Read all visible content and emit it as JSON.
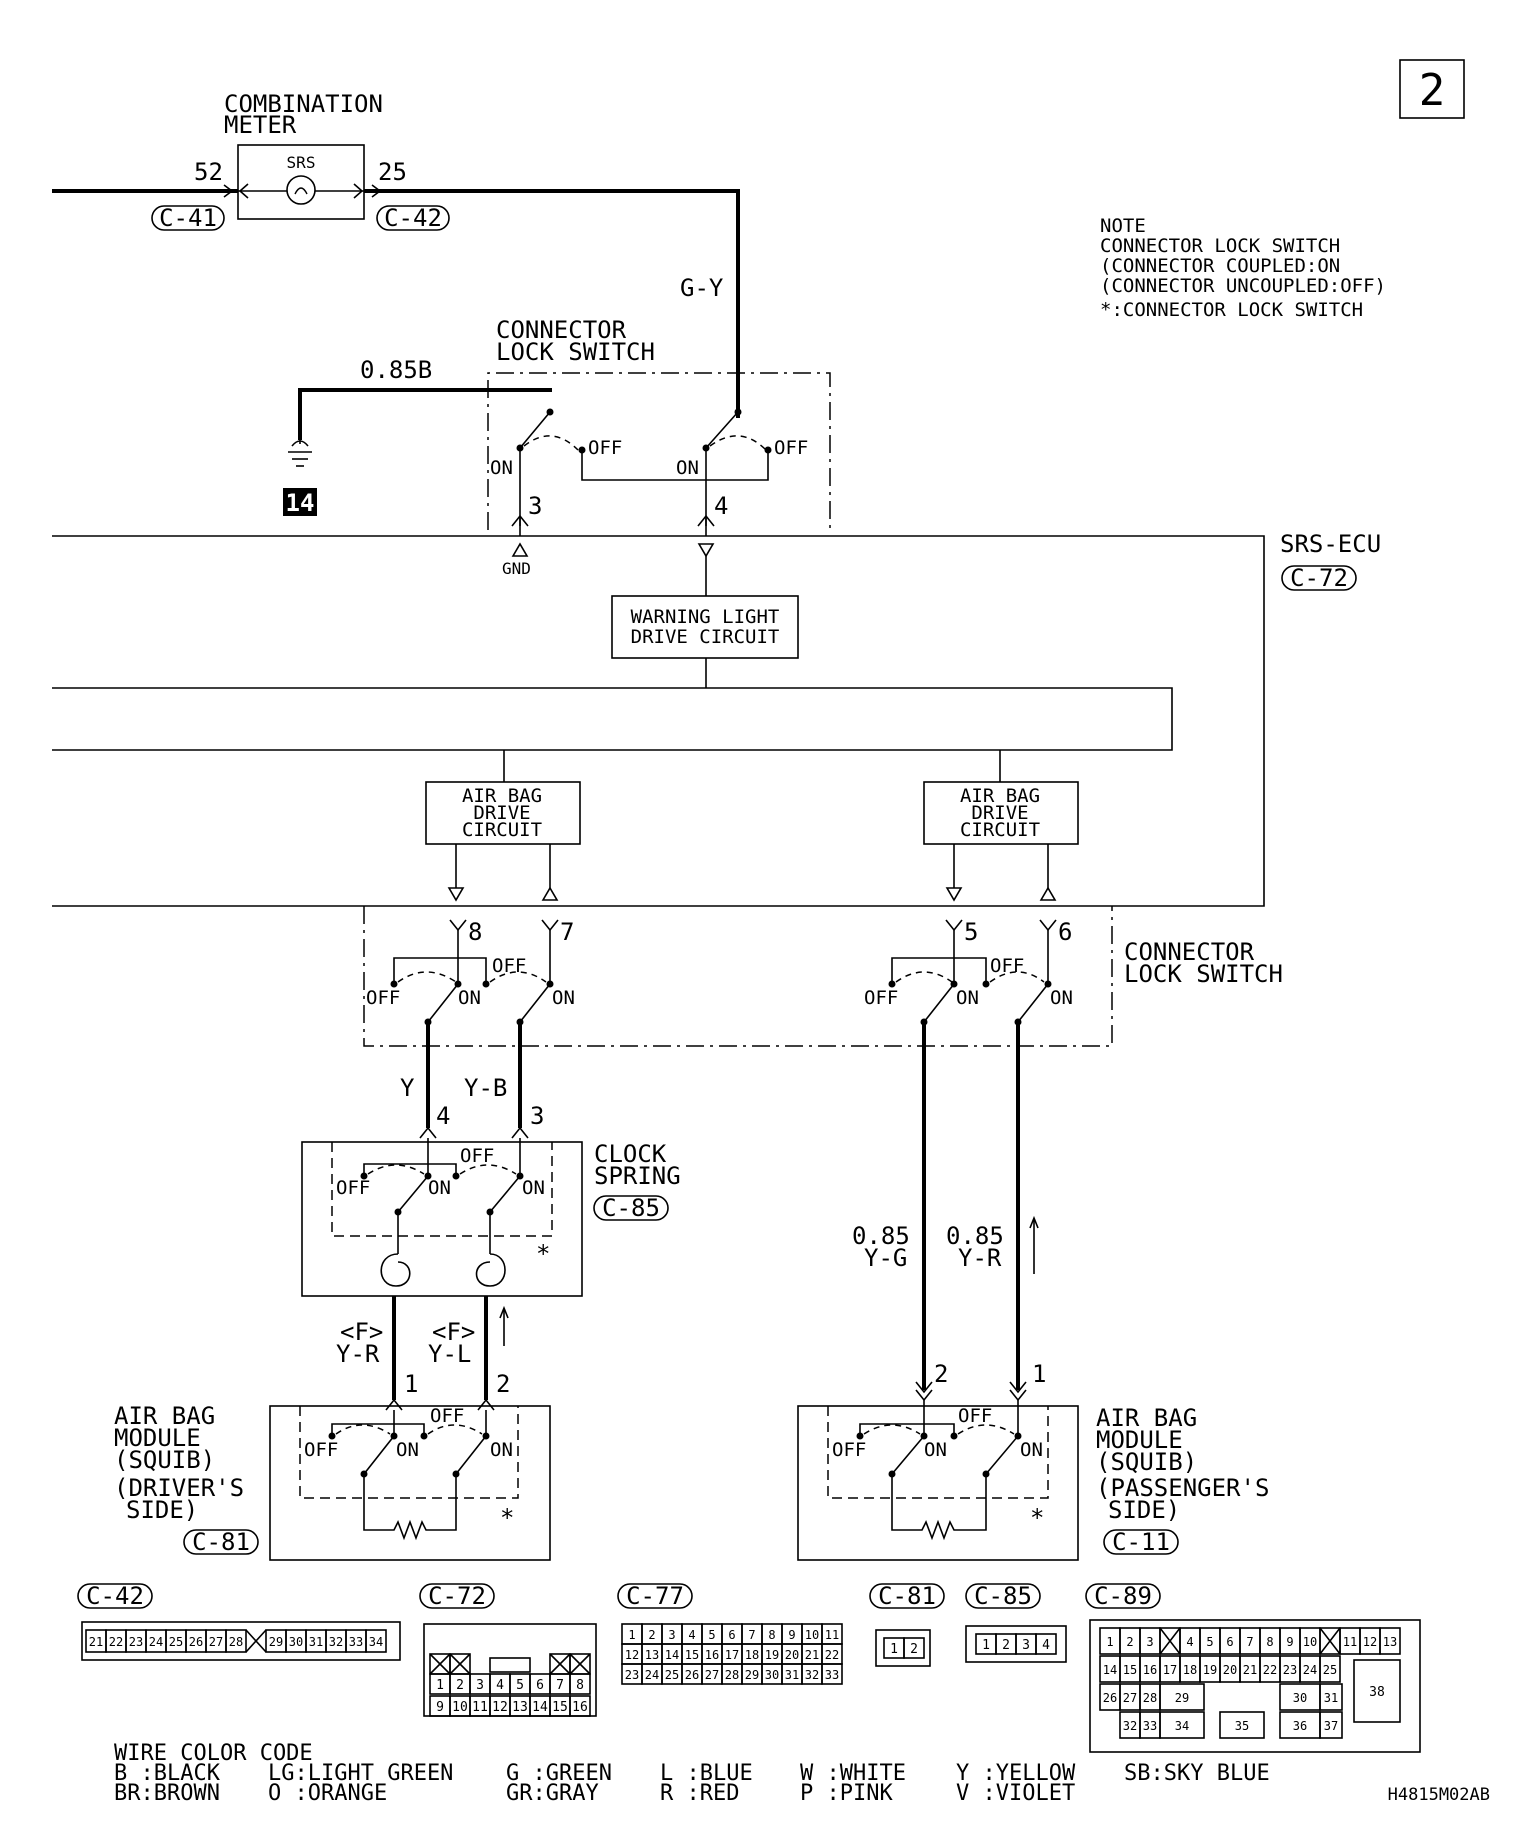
{
  "page_no": "2",
  "code": "H4815M02AB",
  "combination_meter": {
    "label_line1": "COMBINATION",
    "label_line2": "METER",
    "srs": "SRS",
    "pin_left": "52",
    "pin_right": "25",
    "conn_left": "C-41",
    "conn_right": "C-42"
  },
  "wire_gy": "G-Y",
  "wire_085b": "0.85B",
  "ground_no": "14",
  "cls_top": {
    "line1": "CONNECTOR",
    "line2": "LOCK SWITCH",
    "on": "ON",
    "off": "OFF",
    "pin3": "3",
    "pin4": "4",
    "gnd": "GND"
  },
  "note": {
    "title": "NOTE",
    "line1": "CONNECTOR LOCK SWITCH",
    "line2": "(CONNECTOR COUPLED:ON",
    "line3": "(CONNECTOR UNCOUPLED:OFF)",
    "line4": "*:CONNECTOR LOCK SWITCH"
  },
  "srs_ecu": {
    "label": "SRS-ECU",
    "conn": "C-72"
  },
  "warning_circuit": {
    "line1": "WARNING LIGHT",
    "line2": "DRIVE CIRCUIT"
  },
  "air_bag_drive": {
    "line1": "AIR BAG",
    "line2": "DRIVE",
    "line3": "CIRCUIT"
  },
  "ecu_pins": {
    "p8": "8",
    "p7": "7",
    "p5": "5",
    "p6": "6"
  },
  "cls_mid": {
    "line1": "CONNECTOR",
    "line2": "LOCK SWITCH"
  },
  "wires_driver": {
    "y": "Y",
    "yb": "Y-B",
    "p4": "4",
    "p3": "3"
  },
  "clock_spring": {
    "line1": "CLOCK",
    "line2": "SPRING",
    "conn": "C-85",
    "star": "*"
  },
  "wires_driver_low": {
    "f1": "<F>",
    "yr": "Y-R",
    "f2": "<F>",
    "yl": "Y-L",
    "p1": "1",
    "p2": "2"
  },
  "wires_pass": {
    "g085a": "0.85",
    "yg": "Y-G",
    "g085b": "0.85",
    "yr": "Y-R",
    "p2": "2",
    "p1": "1"
  },
  "module_driver": {
    "l1": "AIR BAG",
    "l2": "MODULE",
    "l3": "(SQUIB)",
    "l4": "(DRIVER'S",
    "l5": "SIDE)",
    "conn": "C-81"
  },
  "module_pass": {
    "l1": "AIR BAG",
    "l2": "MODULE",
    "l3": "(SQUIB)",
    "l4": "(PASSENGER'S",
    "l5": "SIDE)",
    "conn": "C-11"
  },
  "connectors": {
    "c42": {
      "tag": "C-42",
      "pins": [
        "21",
        "22",
        "23",
        "24",
        "25",
        "26",
        "27",
        "28",
        "29",
        "30",
        "31",
        "32",
        "33",
        "34"
      ]
    },
    "c72": {
      "tag": "C-72",
      "row1": [
        "1",
        "2",
        "3",
        "4",
        "5",
        "6",
        "7",
        "8"
      ],
      "row2": [
        "9",
        "10",
        "11",
        "12",
        "13",
        "14",
        "15",
        "16"
      ]
    },
    "c77": {
      "tag": "C-77",
      "row1": [
        "1",
        "2",
        "3",
        "4",
        "5",
        "6",
        "7",
        "8",
        "9",
        "10",
        "11"
      ],
      "row2": [
        "12",
        "13",
        "14",
        "15",
        "16",
        "17",
        "18",
        "19",
        "20",
        "21",
        "22"
      ],
      "row3": [
        "23",
        "24",
        "25",
        "26",
        "27",
        "28",
        "29",
        "30",
        "31",
        "32",
        "33"
      ]
    },
    "c81": {
      "tag": "C-81",
      "pins": [
        "1",
        "2"
      ]
    },
    "c85": {
      "tag": "C-85",
      "pins": [
        "1",
        "2",
        "3",
        "4"
      ]
    },
    "c89": {
      "tag": "C-89",
      "row1": [
        "1",
        "2",
        "3",
        "4",
        "5",
        "6",
        "7",
        "8",
        "9",
        "10",
        "11",
        "12",
        "13"
      ],
      "row2": [
        "14",
        "15",
        "16",
        "17",
        "18",
        "19",
        "20",
        "21",
        "22",
        "23",
        "24",
        "25"
      ],
      "row3": [
        "26",
        "27",
        "28",
        "29",
        "30",
        "31"
      ],
      "row4": [
        "32",
        "33",
        "34",
        "35",
        "36",
        "37"
      ],
      "big": "38"
    }
  },
  "wire_color_code": {
    "title": "WIRE COLOR CODE",
    "row1": [
      "B :BLACK",
      "LG:LIGHT GREEN",
      "G :GREEN",
      "L :BLUE",
      "W :WHITE",
      "Y :YELLOW",
      "SB:SKY BLUE"
    ],
    "row2": [
      "BR:BROWN",
      "O :ORANGE",
      "GR:GRAY",
      "R :RED",
      "P :PINK",
      "V :VIOLET"
    ]
  }
}
